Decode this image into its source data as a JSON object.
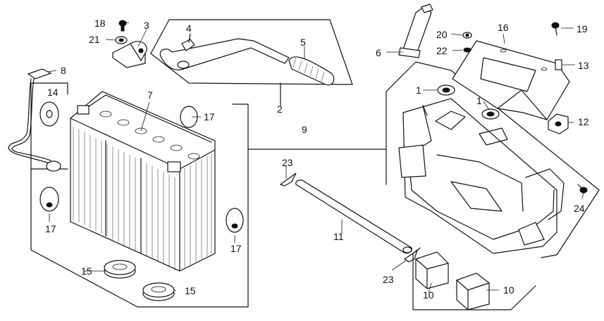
{
  "diagram": {
    "callouts": [
      {
        "key": "c1a",
        "label": "1"
      },
      {
        "key": "c1b",
        "label": "1"
      },
      {
        "key": "c2",
        "label": "2"
      },
      {
        "key": "c3",
        "label": "3"
      },
      {
        "key": "c4",
        "label": "4"
      },
      {
        "key": "c5",
        "label": "5"
      },
      {
        "key": "c6",
        "label": "6"
      },
      {
        "key": "c7",
        "label": "7"
      },
      {
        "key": "c8",
        "label": "8"
      },
      {
        "key": "c9",
        "label": "9"
      },
      {
        "key": "c10a",
        "label": "10"
      },
      {
        "key": "c10b",
        "label": "10"
      },
      {
        "key": "c11",
        "label": "11"
      },
      {
        "key": "c12",
        "label": "12"
      },
      {
        "key": "c13",
        "label": "13"
      },
      {
        "key": "c14",
        "label": "14"
      },
      {
        "key": "c15a",
        "label": "15"
      },
      {
        "key": "c15b",
        "label": "15"
      },
      {
        "key": "c16",
        "label": "16"
      },
      {
        "key": "c17a",
        "label": "17"
      },
      {
        "key": "c17b",
        "label": "17"
      },
      {
        "key": "c17c",
        "label": "17"
      },
      {
        "key": "c18",
        "label": "18"
      },
      {
        "key": "c19",
        "label": "19"
      },
      {
        "key": "c20",
        "label": "20"
      },
      {
        "key": "c21",
        "label": "21"
      },
      {
        "key": "c22",
        "label": "22"
      },
      {
        "key": "c23a",
        "label": "23"
      },
      {
        "key": "c23b",
        "label": "23"
      },
      {
        "key": "c24",
        "label": "24"
      }
    ]
  }
}
